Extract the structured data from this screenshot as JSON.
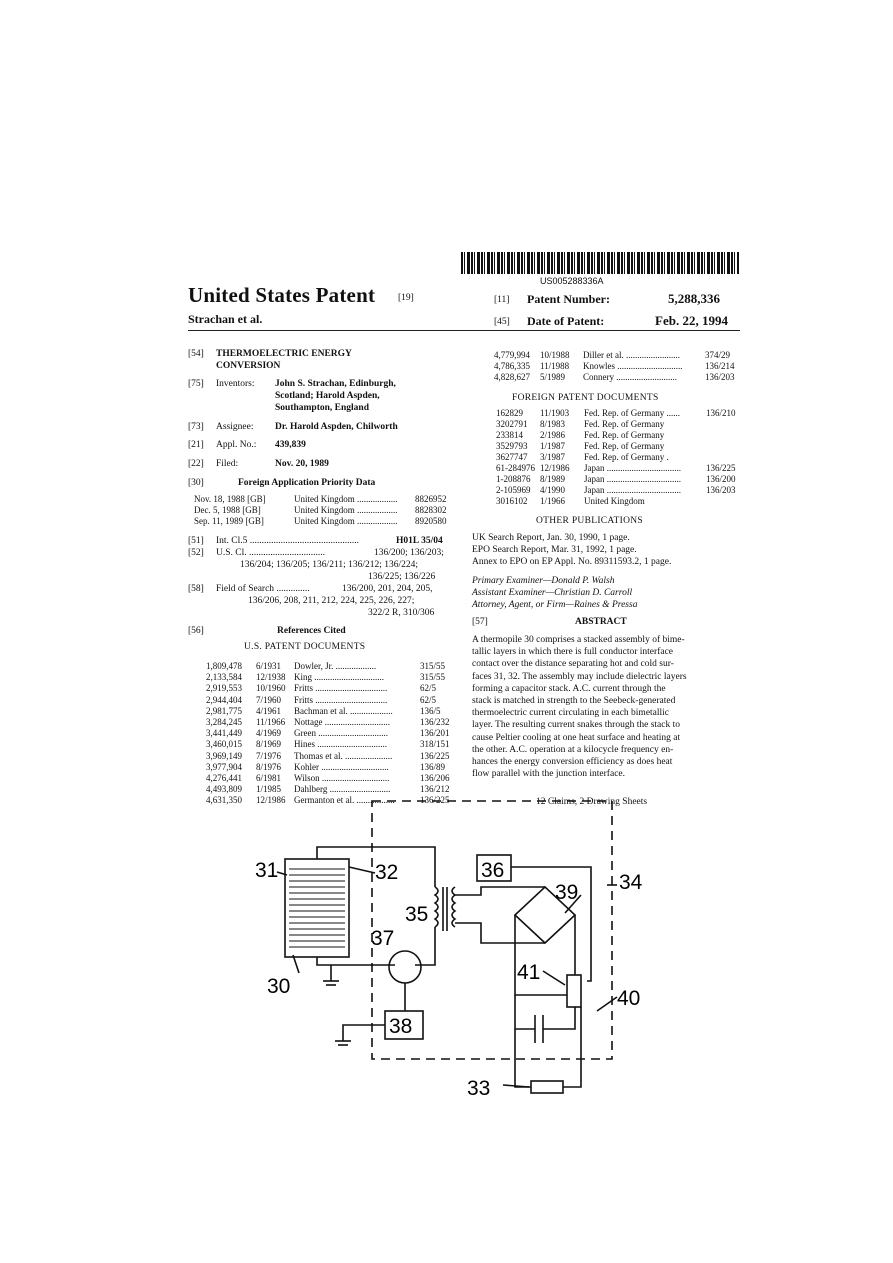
{
  "header": {
    "barcode_number": "US005288336A",
    "title": "United States Patent",
    "title_code": "[19]",
    "inventor_short": "Strachan et al.",
    "patent_number_code": "[11]",
    "patent_number_label": "Patent Number:",
    "patent_number": "5,288,336",
    "date_code": "[45]",
    "date_label": "Date of Patent:",
    "date": "Feb. 22, 1994"
  },
  "left": {
    "f54_code": "[54]",
    "f54_line1": "THERMOELECTRIC ENERGY",
    "f54_line2": "CONVERSION",
    "f75_code": "[75]",
    "f75_label": "Inventors:",
    "f75_line1": "John S. Strachan, Edinburgh,",
    "f75_line2": "Scotland; Harold Aspden,",
    "f75_line3": "Southampton, England",
    "f73_code": "[73]",
    "f73_label": "Assignee:",
    "f73_value": "Dr. Harold Aspden, Chilworth",
    "f21_code": "[21]",
    "f21_label": "Appl. No.:",
    "f21_value": "439,839",
    "f22_code": "[22]",
    "f22_label": "Filed:",
    "f22_value": "Nov. 20, 1989",
    "f30_code": "[30]",
    "f30_title": "Foreign Application Priority Data",
    "priority": [
      {
        "date": "Nov. 18, 1988 [GB]",
        "country": "United Kingdom ..................",
        "num": "8826952"
      },
      {
        "date": "Dec. 5, 1988 [GB]",
        "country": "United Kingdom ..................",
        "num": "8828302"
      },
      {
        "date": "Sep. 11, 1989 [GB]",
        "country": "United Kingdom ..................",
        "num": "8920580"
      }
    ],
    "f51_code": "[51]",
    "f51_label": "Int. Cl.5 ..............................................",
    "f51_value": "H01L 35/04",
    "f52_code": "[52]",
    "f52_label": "U.S. Cl. ................................",
    "f52_line1": "136/200; 136/203;",
    "f52_line2": "136/204; 136/205; 136/211; 136/212; 136/224;",
    "f52_line3": "136/225; 136/226",
    "f58_code": "[58]",
    "f58_label": "Field of Search ..............",
    "f58_line1": "136/200, 201, 204, 205,",
    "f58_line2": "136/206, 208, 211, 212, 224, 225, 226, 227;",
    "f58_line3": "322/2 R, 310/306",
    "f56_code": "[56]",
    "f56_title": "References Cited",
    "us_docs_title": "U.S. PATENT DOCUMENTS",
    "us_docs": [
      {
        "num": "1,809,478",
        "date": "6/1931",
        "name": "Dowler, Jr. ..................",
        "cls": "315/55"
      },
      {
        "num": "2,133,584",
        "date": "12/1938",
        "name": "King ...............................",
        "cls": "315/55"
      },
      {
        "num": "2,919,553",
        "date": "10/1960",
        "name": "Fritts ................................",
        "cls": "62/5"
      },
      {
        "num": "2,944,404",
        "date": "7/1960",
        "name": "Fritts ................................",
        "cls": "62/5"
      },
      {
        "num": "2,981,775",
        "date": "4/1961",
        "name": "Bachman et al. ...................",
        "cls": "136/5"
      },
      {
        "num": "3,284,245",
        "date": "11/1966",
        "name": "Nottage .............................",
        "cls": "136/232"
      },
      {
        "num": "3,441,449",
        "date": "4/1969",
        "name": "Green ...............................",
        "cls": "136/201"
      },
      {
        "num": "3,460,015",
        "date": "8/1969",
        "name": "Hines ...............................",
        "cls": "318/151"
      },
      {
        "num": "3,969,149",
        "date": "7/1976",
        "name": "Thomas et al. .....................",
        "cls": "136/225"
      },
      {
        "num": "3,977,904",
        "date": "8/1976",
        "name": "Kohler ..............................",
        "cls": "136/89"
      },
      {
        "num": "4,276,441",
        "date": "6/1981",
        "name": "Wilson ..............................",
        "cls": "136/206"
      },
      {
        "num": "4,493,809",
        "date": "1/1985",
        "name": "Dahlberg ...........................",
        "cls": "136/212"
      },
      {
        "num": "4,631,350",
        "date": "12/1986",
        "name": "Germanton et al. .................",
        "cls": "136/225"
      }
    ]
  },
  "right": {
    "us_cont": [
      {
        "num": "4,779,994",
        "date": "10/1988",
        "name": "Diller et al. ........................",
        "cls": "374/29"
      },
      {
        "num": "4,786,335",
        "date": "11/1988",
        "name": "Knowles .............................",
        "cls": "136/214"
      },
      {
        "num": "4,828,627",
        "date": "5/1989",
        "name": "Connery ...........................",
        "cls": "136/203"
      }
    ],
    "foreign_title": "FOREIGN PATENT DOCUMENTS",
    "foreign": [
      {
        "num": "162829",
        "date": "11/1903",
        "name": "Fed. Rep. of Germany ......",
        "cls": "136/210"
      },
      {
        "num": "3202791",
        "date": "8/1983",
        "name": "Fed. Rep. of Germany",
        "cls": ""
      },
      {
        "num": "233814",
        "date": "2/1986",
        "name": "Fed. Rep. of Germany",
        "cls": ""
      },
      {
        "num": "3529793",
        "date": "1/1987",
        "name": "Fed. Rep. of Germany",
        "cls": ""
      },
      {
        "num": "3627747",
        "date": "3/1987",
        "name": "Fed. Rep. of Germany .",
        "cls": ""
      },
      {
        "num": "61-284976",
        "date": "12/1986",
        "name": "Japan .................................",
        "cls": "136/225"
      },
      {
        "num": "1-208876",
        "date": "8/1989",
        "name": "Japan .................................",
        "cls": "136/200"
      },
      {
        "num": "2-105969",
        "date": "4/1990",
        "name": "Japan .................................",
        "cls": "136/203"
      },
      {
        "num": "3016102",
        "date": "1/1966",
        "name": "United Kingdom",
        "cls": ""
      }
    ],
    "other_title": "OTHER PUBLICATIONS",
    "other_line1": "UK Search Report, Jan. 30, 1990, 1 page.",
    "other_line2": "EPO Search Report, Mar. 31, 1992, 1 page.",
    "other_line3": "Annex to EPO on EP Appl. No. 89311593.2, 1 page.",
    "examiner_primary": "Primary Examiner—Donald P. Walsh",
    "examiner_assistant": "Assistant Examiner—Christian D. Carroll",
    "attorney": "Attorney, Agent, or Firm—Raines & Pressa",
    "abstract_code": "[57]",
    "abstract_title": "ABSTRACT",
    "abstract_lines": [
      "A thermopile 30 comprises a stacked assembly of bime-",
      "tallic layers in which there is full conductor interface",
      "contact over the distance separating hot and cold sur-",
      "faces 31, 32. The assembly may include dielectric layers",
      "forming a capacitor stack. A.C. current through the",
      "stack is matched in strength to the Seebeck-generated",
      "thermoelectric current circulating in each bimetallic",
      "layer. The resulting current snakes through the stack to",
      "cause Peltier cooling at one heat surface and heating at",
      "the other. A.C. operation at a kilocycle frequency en-",
      "hances the energy conversion efficiency as does heat",
      "flow parallel with the junction interface."
    ],
    "claims": "12 Claims, 2 Drawing Sheets"
  },
  "figure": {
    "labels": [
      "31",
      "32",
      "30",
      "35",
      "36",
      "37",
      "38",
      "39",
      "40",
      "41",
      "33",
      "34"
    ]
  }
}
